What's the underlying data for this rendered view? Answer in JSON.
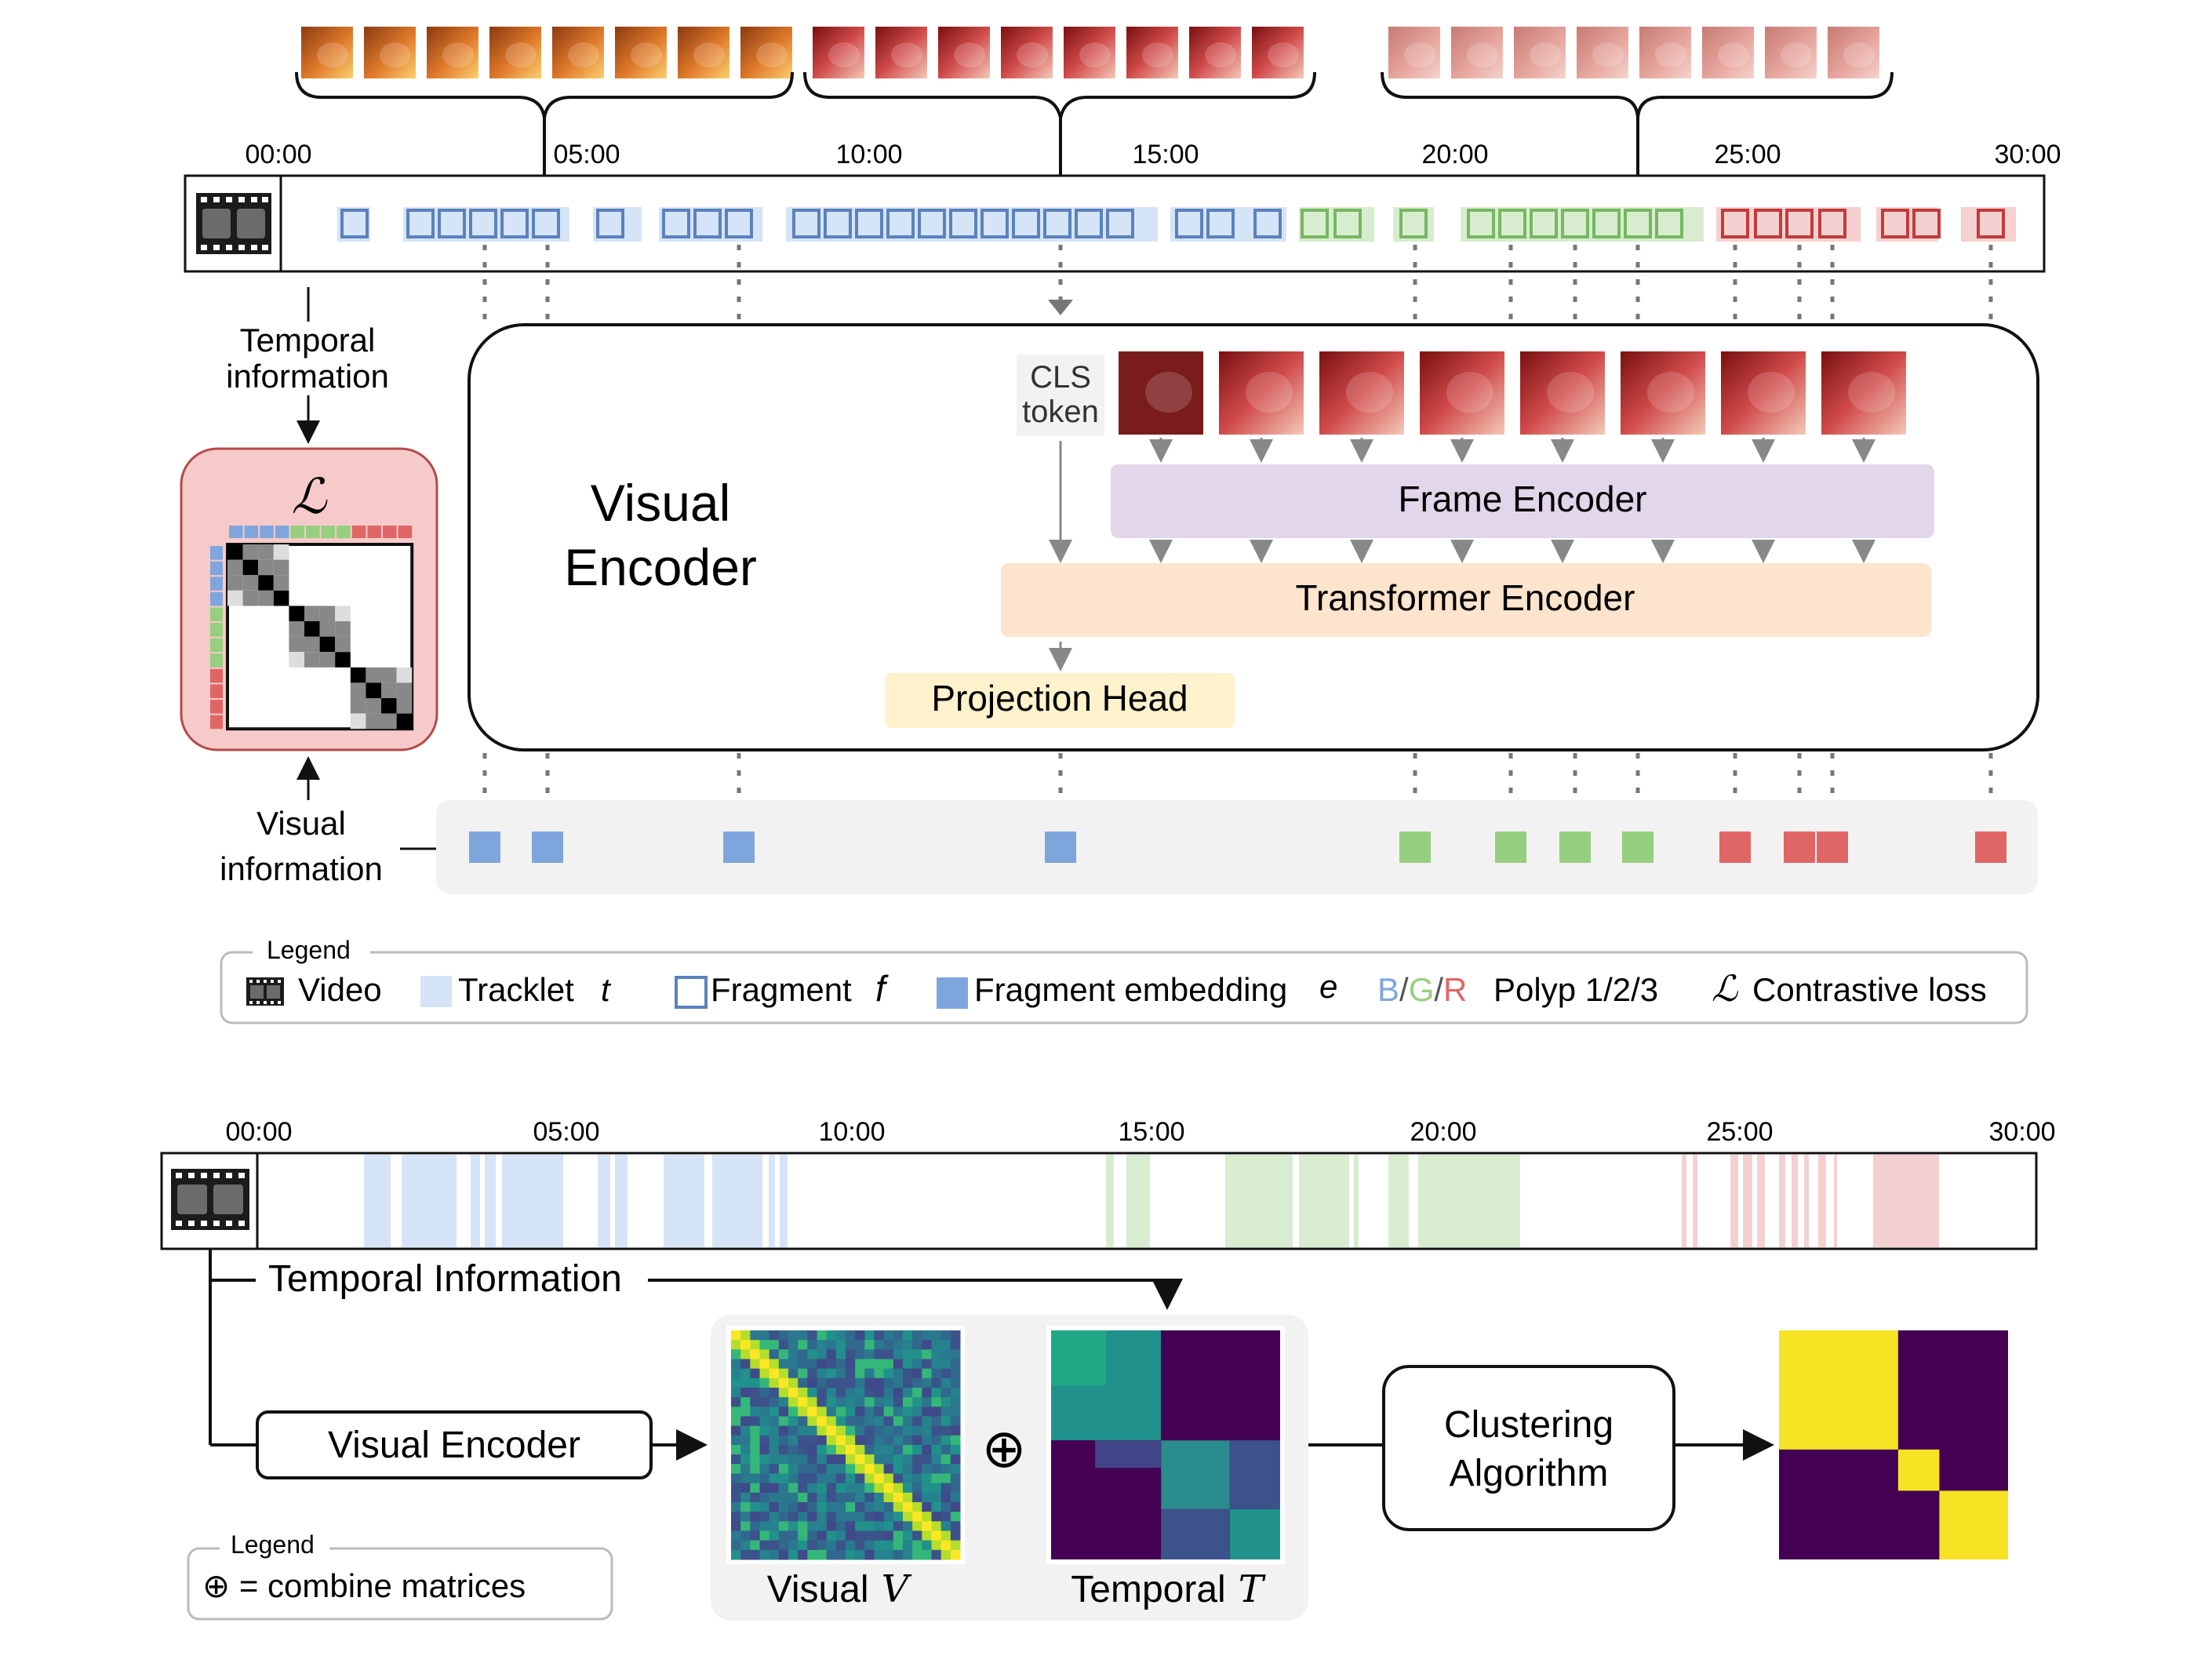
{
  "top": {
    "time_ticks": [
      "00:00",
      "05:00",
      "10:00",
      "15:00",
      "20:00",
      "25:00",
      "30:00"
    ],
    "temporal_label_line1": "Temporal",
    "temporal_label_line2": "information",
    "visual_label_line1": "Visual",
    "visual_label_line2": "information",
    "loss_symbol": "ℒ",
    "encoder_title_line1": "Visual",
    "encoder_title_line2": "Encoder",
    "cls_line1": "CLS",
    "cls_line2": "token",
    "frame_encoder": "Frame Encoder",
    "transformer_encoder": "Transformer Encoder",
    "projection_head": "Projection Head"
  },
  "legend1": {
    "title": "Legend",
    "video": "Video",
    "tracklet": "Tracklet",
    "tracklet_sym": "t",
    "fragment": "Fragment",
    "fragment_sym": "f",
    "embedding": "Fragment embedding",
    "embedding_sym": "e",
    "b": "B",
    "g": "G",
    "r": "R",
    "slash": "/",
    "polyp": "Polyp 1/2/3",
    "loss_sym": "ℒ",
    "loss": "Contrastive loss"
  },
  "bottom": {
    "time_ticks": [
      "00:00",
      "05:00",
      "10:00",
      "15:00",
      "20:00",
      "25:00",
      "30:00"
    ],
    "temporal_information": "Temporal Information",
    "visual_encoder": "Visual Encoder",
    "visual_caption": "Visual",
    "visual_sym": "V",
    "temporal_caption": "Temporal",
    "temporal_sym": "T",
    "oplus": "⊕",
    "clustering_line1": "Clustering",
    "clustering_line2": "Algorithm"
  },
  "legend2": {
    "title": "Legend",
    "text": "⊕ = combine matrices"
  },
  "colors": {
    "blue": "#7fa6dc",
    "blue_light": "#d6e4f7",
    "blue_stroke": "#5a82bd",
    "green": "#96cf7f",
    "green_light": "#d8ecd0",
    "green_stroke": "#75b860",
    "red": "#e06666",
    "red_light": "#f5d0d0",
    "red_stroke": "#c23b3b",
    "frame_encoder": "#e2d6ea",
    "transformer": "#fde4cc",
    "projection": "#fff2cc",
    "loss_box": "#f7caca",
    "yellow": "#f7e224",
    "purple": "#440154"
  }
}
